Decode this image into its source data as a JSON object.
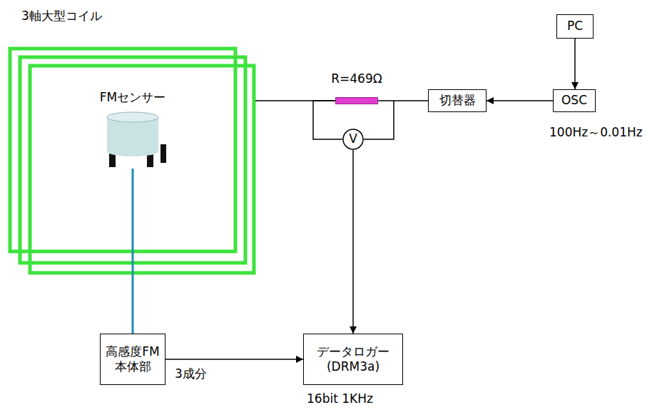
{
  "diagram": {
    "nodes": [
      {
        "text": [
          "3軸大型コイル"
        ]
      },
      {
        "text": [
          "FMセンサー"
        ],
        "in": 0
      },
      {
        "text": [
          "R=469Ω"
        ]
      },
      {
        "text": [
          "V"
        ]
      },
      {
        "text": [
          "切替器"
        ]
      },
      {
        "text": [
          "OSC"
        ]
      },
      {
        "text": [
          "PC"
        ]
      },
      {
        "text": [
          "高感度FM 本体部"
        ]
      },
      {
        "text": [
          "データロガー (DRM3a)"
        ]
      }
    ],
    "edges": [
      {
        "from": 0,
        "to": 2,
        "arrow": "none"
      },
      {
        "from": 2,
        "to": 4,
        "arrow": "none"
      },
      {
        "from": 5,
        "to": 4,
        "arrow": "to"
      },
      {
        "from": 6,
        "to": 5,
        "arrow": "to"
      },
      {
        "from": 2,
        "to": 3,
        "arrow": "none"
      },
      {
        "from": 3,
        "to": 8,
        "arrow": "to"
      },
      {
        "from": 1,
        "to": 7,
        "arrow": "none"
      },
      {
        "from": 7,
        "to": 8,
        "arrow": "to",
        "label": "3成分"
      }
    ],
    "labels": [
      "100Hz～0.01Hz",
      "16bit 1KHz"
    ]
  }
}
